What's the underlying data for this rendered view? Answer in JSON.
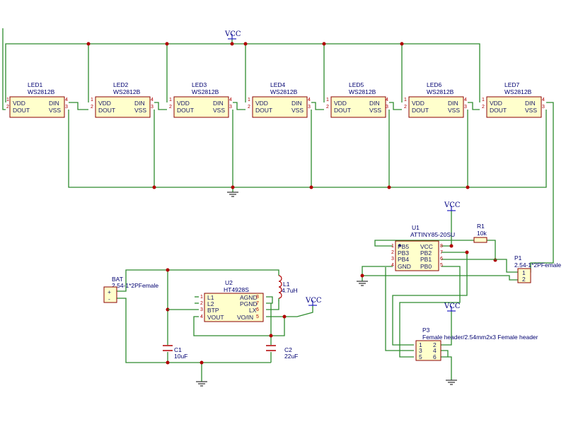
{
  "vcc_label": "VCC",
  "leds": [
    {
      "ref": "LED1",
      "value": "WS2812B"
    },
    {
      "ref": "LED2",
      "value": "WS2812B"
    },
    {
      "ref": "LED3",
      "value": "WS2812B"
    },
    {
      "ref": "LED4",
      "value": "WS2812B"
    },
    {
      "ref": "LED5",
      "value": "WS2812B"
    },
    {
      "ref": "LED6",
      "value": "WS2812B"
    },
    {
      "ref": "LED7",
      "value": "WS2812B"
    }
  ],
  "led_pins": {
    "vdd": "VDD",
    "dout": "DOUT",
    "din": "DIN",
    "vss": "VSS",
    "n1": "1",
    "n2": "2",
    "n3": "3",
    "n4": "4"
  },
  "u1": {
    "ref": "U1",
    "value": "ATTINY85-20SU",
    "left_pins": [
      {
        "name": "PB5",
        "num": "1"
      },
      {
        "name": "PB3",
        "num": "2"
      },
      {
        "name": "PB4",
        "num": "3"
      },
      {
        "name": "GND",
        "num": "4"
      }
    ],
    "right_pins": [
      {
        "name": "VCC",
        "num": "8"
      },
      {
        "name": "PB2",
        "num": "7"
      },
      {
        "name": "PB1",
        "num": "6"
      },
      {
        "name": "PB0",
        "num": "5"
      }
    ]
  },
  "u2": {
    "ref": "U2",
    "value": "HT4928S",
    "left_pins": [
      {
        "name": "L1",
        "num": "1"
      },
      {
        "name": "L2",
        "num": "2"
      },
      {
        "name": "BTP",
        "num": "3"
      },
      {
        "name": "VOUT",
        "num": "4"
      }
    ],
    "right_pins": [
      {
        "name": "AGND",
        "num": "8"
      },
      {
        "name": "PGND",
        "num": "7"
      },
      {
        "name": "LX",
        "num": "6"
      },
      {
        "name": "VO/IN",
        "num": "5"
      }
    ]
  },
  "r1": {
    "ref": "R1",
    "value": "10k"
  },
  "l1": {
    "ref": "L1",
    "value": "4.7uH"
  },
  "c1": {
    "ref": "C1",
    "value": "10uF"
  },
  "c2": {
    "ref": "C2",
    "value": "22uF"
  },
  "bat": {
    "ref": "BAT",
    "value": "2.54-1*2PFemale",
    "plus": "+",
    "minus": "-"
  },
  "p1": {
    "ref": "P1",
    "value": "2.54-1*2PFemale",
    "pin1": "1",
    "pin2": "2"
  },
  "p3": {
    "ref": "P3",
    "value": "Female header/2.54mm2x3 Female header",
    "pins": [
      "1",
      "2",
      "3",
      "4",
      "5",
      "6"
    ]
  }
}
